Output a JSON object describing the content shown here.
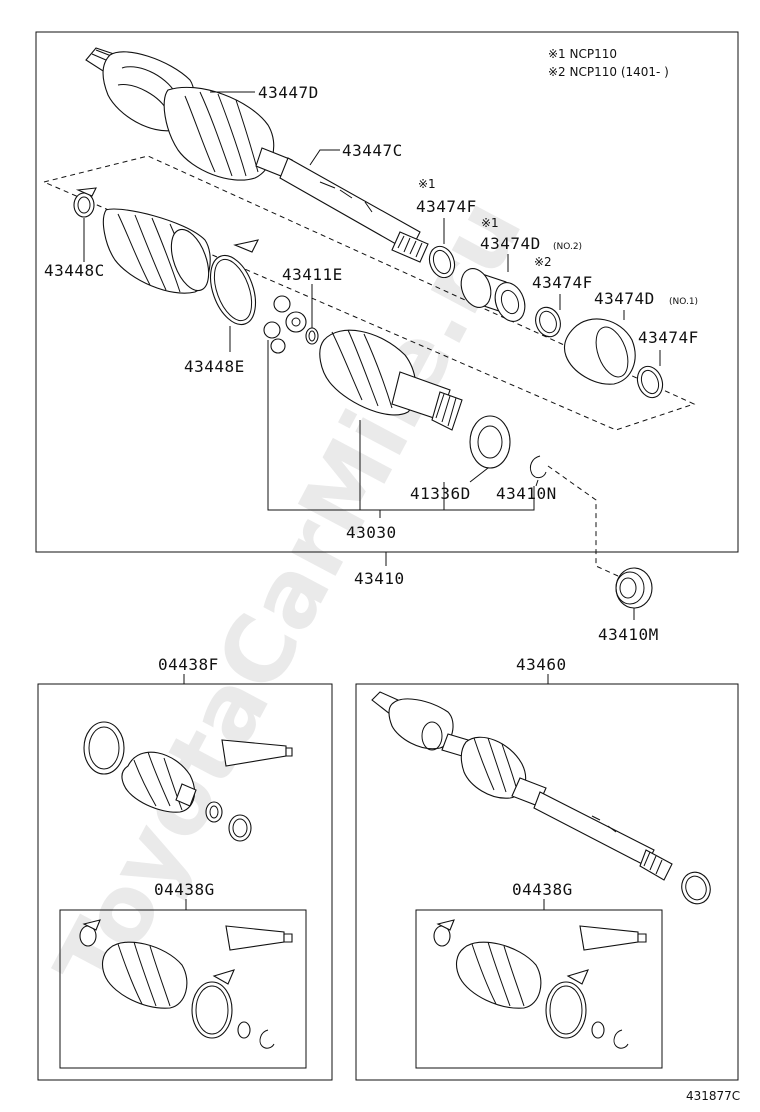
{
  "notes": {
    "note1": "※1 NCP110",
    "note2": "※2 NCP110 (1401-    )"
  },
  "labels": {
    "p43447D": "43447D",
    "p43447C": "43447C",
    "p43448C": "43448C",
    "p43411E": "43411E",
    "p43448E": "43448E",
    "p43474F_1": "43474F",
    "mark1a": "※1",
    "p43474D_no2": "43474D",
    "no2": "(NO.2)",
    "mark1b": "※1",
    "p43474F_2": "43474F",
    "mark2": "※2",
    "p43474D_no1": "43474D",
    "no1": "(NO.1)",
    "p43474F_3": "43474F",
    "p41336D": "41336D",
    "p43410N": "43410N",
    "p43030": "43030",
    "p43410": "43410",
    "p43410M": "43410M",
    "p04438F": "04438F",
    "p43460": "43460",
    "p04438G_left": "04438G",
    "p04438G_right": "04438G"
  },
  "watermark": "ToyotaCarMile.ru",
  "diagram_code": "431877C",
  "colors": {
    "line": "#111111",
    "watermark": "#d9d9d9",
    "background": "#ffffff"
  }
}
